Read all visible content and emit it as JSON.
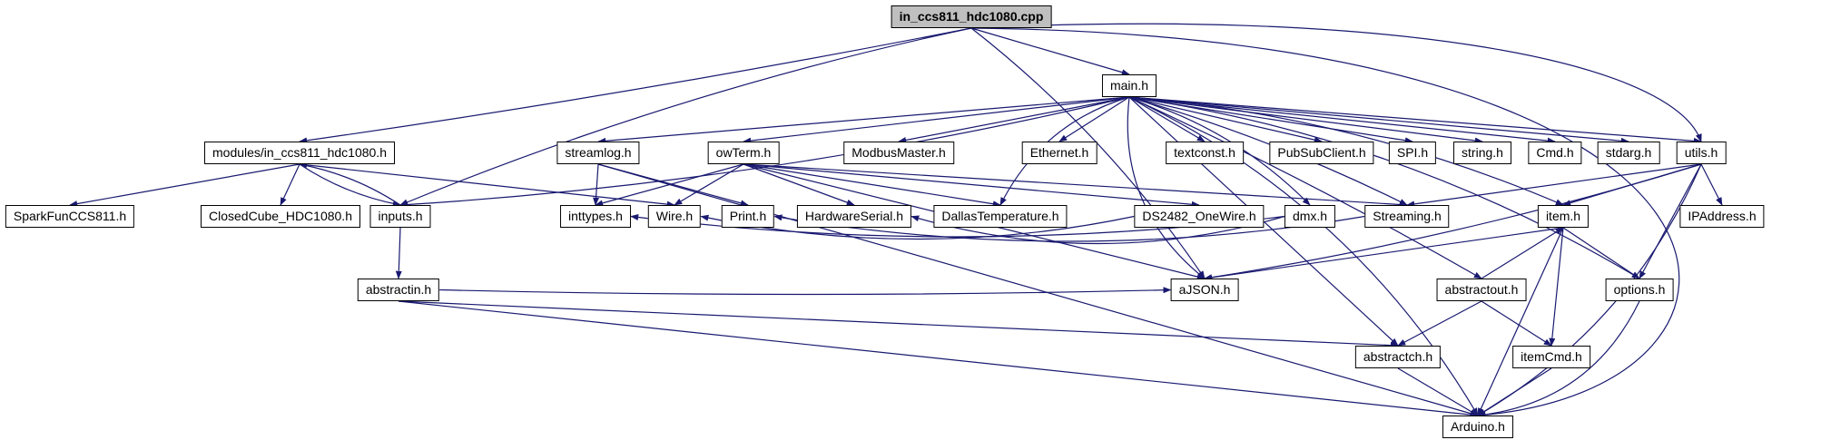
{
  "diagram": {
    "type": "include-dependency-graph",
    "colors": {
      "edge": "#191970",
      "node_fill": "#ffffff",
      "node_border": "#000000",
      "root_fill": "#bfbfbf",
      "text": "#000000",
      "background": "#ffffff"
    },
    "nodes": [
      {
        "id": "cpp",
        "label": "in_ccs811_hdc1080.cpp",
        "root": true
      },
      {
        "id": "main",
        "label": "main.h"
      },
      {
        "id": "modules",
        "label": "modules/in_ccs811_hdc1080.h"
      },
      {
        "id": "streamlog",
        "label": "streamlog.h"
      },
      {
        "id": "owterm",
        "label": "owTerm.h"
      },
      {
        "id": "modbus",
        "label": "ModbusMaster.h"
      },
      {
        "id": "ethernet",
        "label": "Ethernet.h"
      },
      {
        "id": "textconst",
        "label": "textconst.h"
      },
      {
        "id": "pubsub",
        "label": "PubSubClient.h"
      },
      {
        "id": "spi",
        "label": "SPI.h"
      },
      {
        "id": "string",
        "label": "string.h"
      },
      {
        "id": "cmd",
        "label": "Cmd.h"
      },
      {
        "id": "stdarg",
        "label": "stdarg.h"
      },
      {
        "id": "utils",
        "label": "utils.h"
      },
      {
        "id": "sparkfun",
        "label": "SparkFunCCS811.h"
      },
      {
        "id": "closedcube",
        "label": "ClosedCube_HDC1080.h"
      },
      {
        "id": "inputs",
        "label": "inputs.h"
      },
      {
        "id": "inttypes",
        "label": "inttypes.h"
      },
      {
        "id": "wire",
        "label": "Wire.h"
      },
      {
        "id": "print",
        "label": "Print.h"
      },
      {
        "id": "hwserial",
        "label": "HardwareSerial.h"
      },
      {
        "id": "dallas",
        "label": "DallasTemperature.h"
      },
      {
        "id": "ds2482",
        "label": "DS2482_OneWire.h"
      },
      {
        "id": "dmx",
        "label": "dmx.h"
      },
      {
        "id": "streaming",
        "label": "Streaming.h"
      },
      {
        "id": "item",
        "label": "item.h"
      },
      {
        "id": "ipaddress",
        "label": "IPAddress.h"
      },
      {
        "id": "abstractin",
        "label": "abstractin.h"
      },
      {
        "id": "ajson",
        "label": "aJSON.h"
      },
      {
        "id": "abstractout",
        "label": "abstractout.h"
      },
      {
        "id": "options",
        "label": "options.h"
      },
      {
        "id": "abstractch",
        "label": "abstractch.h"
      },
      {
        "id": "itemcmd",
        "label": "itemCmd.h"
      },
      {
        "id": "arduino",
        "label": "Arduino.h"
      }
    ],
    "edges": [
      [
        "cpp",
        "main"
      ],
      [
        "cpp",
        "modules",
        10
      ],
      [
        "cpp",
        "inputs",
        -30
      ],
      [
        "cpp",
        "ajson",
        30
      ],
      [
        "cpp",
        "utils",
        [
          1500,
          10,
          1840,
          60
        ]
      ],
      [
        "cpp",
        "arduino",
        [
          1985,
          40,
          1985,
          430
        ]
      ],
      [
        "main",
        "streamlog"
      ],
      [
        "main",
        "owterm"
      ],
      [
        "main",
        "modbus"
      ],
      [
        "main",
        "ethernet"
      ],
      [
        "main",
        "textconst"
      ],
      [
        "main",
        "pubsub"
      ],
      [
        "main",
        "spi"
      ],
      [
        "main",
        "string"
      ],
      [
        "main",
        "cmd"
      ],
      [
        "main",
        "stdarg"
      ],
      [
        "main",
        "utils"
      ],
      [
        "main",
        "inputs",
        35
      ],
      [
        "main",
        "dmx",
        30
      ],
      [
        "main",
        "streaming",
        15
      ],
      [
        "main",
        "item",
        40
      ],
      [
        "main",
        "ajson",
        -60
      ],
      [
        "main",
        "dallas",
        -40
      ],
      [
        "main",
        "abstractout",
        10
      ],
      [
        "main",
        "options",
        60
      ],
      [
        "main",
        "abstractch"
      ],
      [
        "main",
        "arduino",
        80
      ],
      [
        "modules",
        "sparkfun"
      ],
      [
        "modules",
        "closedcube"
      ],
      [
        "modules",
        "inputs",
        -12
      ],
      [
        "inputs",
        "modules",
        -12
      ],
      [
        "modules",
        "wire"
      ],
      [
        "inputs",
        "abstractin"
      ],
      [
        "abstractin",
        "abstractch"
      ],
      [
        "abstractin",
        "ajson",
        -10
      ],
      [
        "abstractin",
        "arduino"
      ],
      [
        "streamlog",
        "inttypes"
      ],
      [
        "streamlog",
        "print"
      ],
      [
        "streamlog",
        "arduino"
      ],
      [
        "owterm",
        "inttypes"
      ],
      [
        "owterm",
        "wire"
      ],
      [
        "owterm",
        "dallas"
      ],
      [
        "owterm",
        "ds2482"
      ],
      [
        "owterm",
        "ajson"
      ],
      [
        "owterm",
        "streaming"
      ],
      [
        "owterm",
        "hwserial"
      ],
      [
        "dmx",
        "inttypes",
        45
      ],
      [
        "dmx",
        "hwserial",
        60
      ],
      [
        "ds2482",
        "wire",
        50
      ],
      [
        "streaming",
        "print",
        55
      ],
      [
        "utils",
        "streaming"
      ],
      [
        "utils",
        "item"
      ],
      [
        "utils",
        "options"
      ],
      [
        "utils",
        "ajson",
        20
      ],
      [
        "utils",
        "ipaddress"
      ],
      [
        "utils",
        "arduino",
        60
      ],
      [
        "item",
        "ajson"
      ],
      [
        "item",
        "options"
      ],
      [
        "item",
        "itemcmd"
      ],
      [
        "item",
        "arduino"
      ],
      [
        "abstractout",
        "abstractch"
      ],
      [
        "abstractout",
        "itemcmd"
      ],
      [
        "abstractout",
        "item"
      ],
      [
        "abstractch",
        "arduino"
      ],
      [
        "itemcmd",
        "arduino"
      ],
      [
        "options",
        "arduino",
        60
      ]
    ]
  }
}
